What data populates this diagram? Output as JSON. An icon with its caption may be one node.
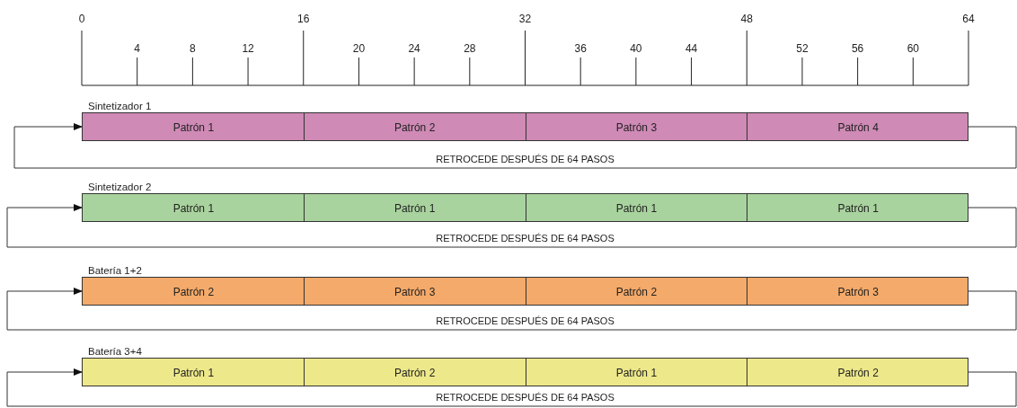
{
  "diagram": {
    "nodes": [
      {
        "text": [
          "Sintetizador 1"
        ]
      },
      {
        "text": [
          "Patrón 1"
        ],
        "in": 0
      },
      {
        "text": [
          "Patrón 2"
        ],
        "in": 0
      },
      {
        "text": [
          "Patrón 3"
        ],
        "in": 0
      },
      {
        "text": [
          "Patrón 4"
        ],
        "in": 0
      },
      {
        "text": [
          "Sintetizador 2"
        ]
      },
      {
        "text": [
          "Patrón 1"
        ],
        "in": 5
      },
      {
        "text": [
          "Patrón 1"
        ],
        "in": 5
      },
      {
        "text": [
          "Patrón 1"
        ],
        "in": 5
      },
      {
        "text": [
          "Patrón 1"
        ],
        "in": 5
      },
      {
        "text": [
          "Batería 1+2"
        ]
      },
      {
        "text": [
          "Patrón 2"
        ],
        "in": 10
      },
      {
        "text": [
          "Patrón 3"
        ],
        "in": 10
      },
      {
        "text": [
          "Patrón 2"
        ],
        "in": 10
      },
      {
        "text": [
          "Patrón 3"
        ],
        "in": 10
      },
      {
        "text": [
          "Batería 3+4"
        ]
      },
      {
        "text": [
          "Patrón 1"
        ],
        "in": 15
      },
      {
        "text": [
          "Patrón 2"
        ],
        "in": 15
      },
      {
        "text": [
          "Patrón 1"
        ],
        "in": 15
      },
      {
        "text": [
          "Patrón 2"
        ],
        "in": 15
      }
    ],
    "edges": [
      {
        "from": 4,
        "to": 1,
        "arrow": "to",
        "label": "RETROCEDE DESPUÉS DE 64 PASOS"
      },
      {
        "from": 9,
        "to": 6,
        "arrow": "to",
        "label": "RETROCEDE DESPUÉS DE 64 PASOS"
      },
      {
        "from": 14,
        "to": 11,
        "arrow": "to",
        "label": "RETROCEDE DESPUÉS DE 64 PASOS"
      },
      {
        "from": 19,
        "to": 16,
        "arrow": "to",
        "label": "RETROCEDE DESPUÉS DE 64 PASOS"
      }
    ],
    "labels": [
      "0",
      "16",
      "32",
      "48",
      "64",
      "4",
      "8",
      "12",
      "20",
      "24",
      "28",
      "36",
      "40",
      "44",
      "52",
      "56",
      "60"
    ]
  }
}
